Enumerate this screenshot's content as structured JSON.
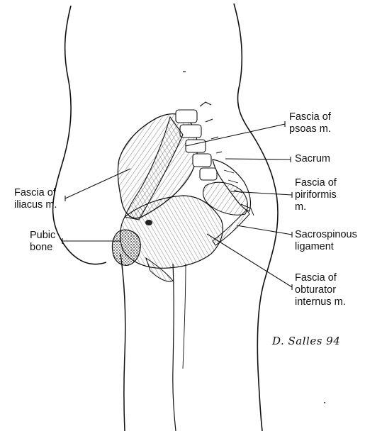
{
  "labels": {
    "psoas": [
      "Fascia of",
      "psoas m."
    ],
    "sacrum": [
      "Sacrum"
    ],
    "iliacus": [
      "Fascia of",
      "iliacus m."
    ],
    "piriformis": [
      "Fascia of",
      "piriformis",
      "m."
    ],
    "pubic": [
      "Pubic",
      "bone"
    ],
    "sacrospinous": [
      "Sacrospinous",
      "ligament"
    ],
    "obturator": [
      "Fascia of",
      "obturator",
      "internus m."
    ]
  },
  "signature": "D. Salles 94",
  "colors": {
    "ink": "#111111",
    "background": "#ffffff"
  }
}
